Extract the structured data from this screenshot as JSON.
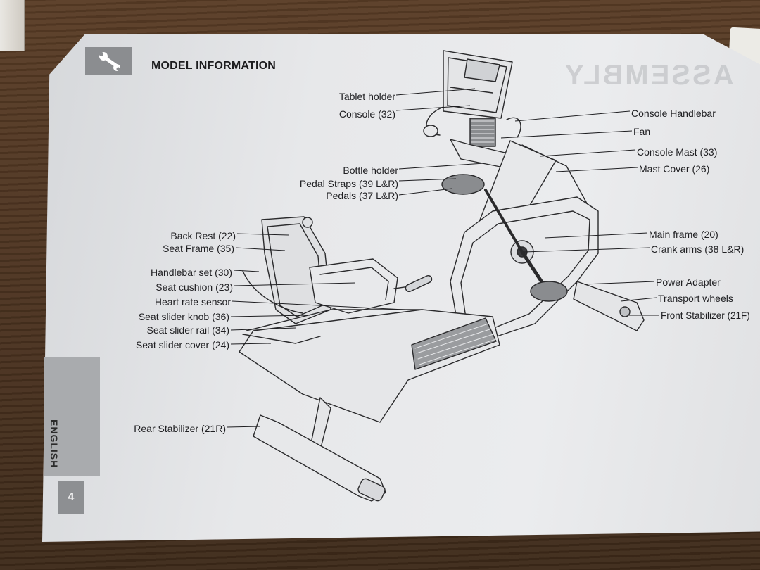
{
  "header": {
    "title": "MODEL INFORMATION",
    "icon": "wrench-icon"
  },
  "side_tab": {
    "language": "ENGLISH"
  },
  "page_number": "4",
  "left_labels": [
    {
      "id": "tablet-holder",
      "text": "Tablet holder"
    },
    {
      "id": "console",
      "text": "Console (32)"
    },
    {
      "id": "bottle-holder",
      "text": "Bottle holder"
    },
    {
      "id": "pedal-straps",
      "text": "Pedal Straps (39 L&R)"
    },
    {
      "id": "pedals",
      "text": "Pedals (37 L&R)"
    },
    {
      "id": "back-rest",
      "text": "Back Rest (22)"
    },
    {
      "id": "seat-frame",
      "text": "Seat Frame (35)"
    },
    {
      "id": "handlebar-set",
      "text": "Handlebar set (30)"
    },
    {
      "id": "seat-cushion",
      "text": "Seat cushion (23)"
    },
    {
      "id": "heart-rate-sensor",
      "text": "Heart rate sensor"
    },
    {
      "id": "seat-slider-knob",
      "text": "Seat slider knob (36)"
    },
    {
      "id": "seat-slider-rail",
      "text": "Seat slider rail (34)"
    },
    {
      "id": "seat-slider-cover",
      "text": "Seat slider cover (24)"
    },
    {
      "id": "rear-stabilizer",
      "text": "Rear Stabilizer (21R)"
    }
  ],
  "right_labels": [
    {
      "id": "console-handlebar",
      "text": "Console Handlebar"
    },
    {
      "id": "fan",
      "text": "Fan"
    },
    {
      "id": "console-mast",
      "text": "Console Mast (33)"
    },
    {
      "id": "mast-cover",
      "text": "Mast Cover (26)"
    },
    {
      "id": "main-frame",
      "text": "Main frame (20)"
    },
    {
      "id": "crank-arms",
      "text": "Crank arms (38 L&R)"
    },
    {
      "id": "power-adapter",
      "text": "Power Adapter"
    },
    {
      "id": "transport-wheels",
      "text": "Transport wheels"
    },
    {
      "id": "front-stabilizer",
      "text": "Front Stabilizer (21F)"
    }
  ]
}
